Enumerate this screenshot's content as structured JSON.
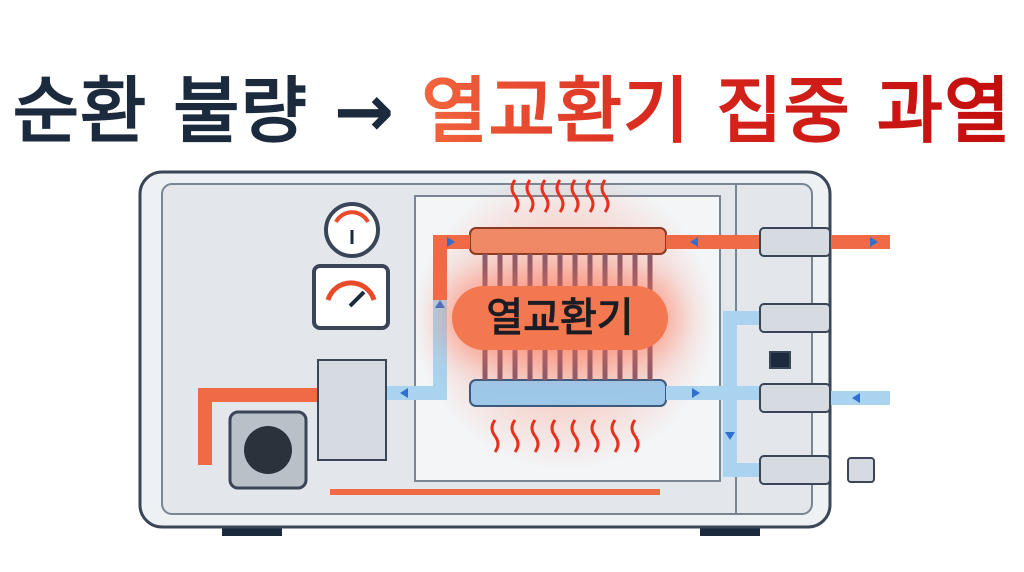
{
  "title": {
    "part_cause": "순환 불량",
    "arrow": "→",
    "part_effect": "열교환기 집중 과열"
  },
  "diagram": {
    "heat_exchanger_label": "열교환기"
  },
  "colors": {
    "title_dark": "#1c2a3d",
    "title_hot_start": "#f2663e",
    "title_hot_end": "#c20d0d",
    "hot_pipe": "#f06a45",
    "cold_pipe": "#a9d3ee",
    "flow_arrow": "#2f6fd0"
  }
}
